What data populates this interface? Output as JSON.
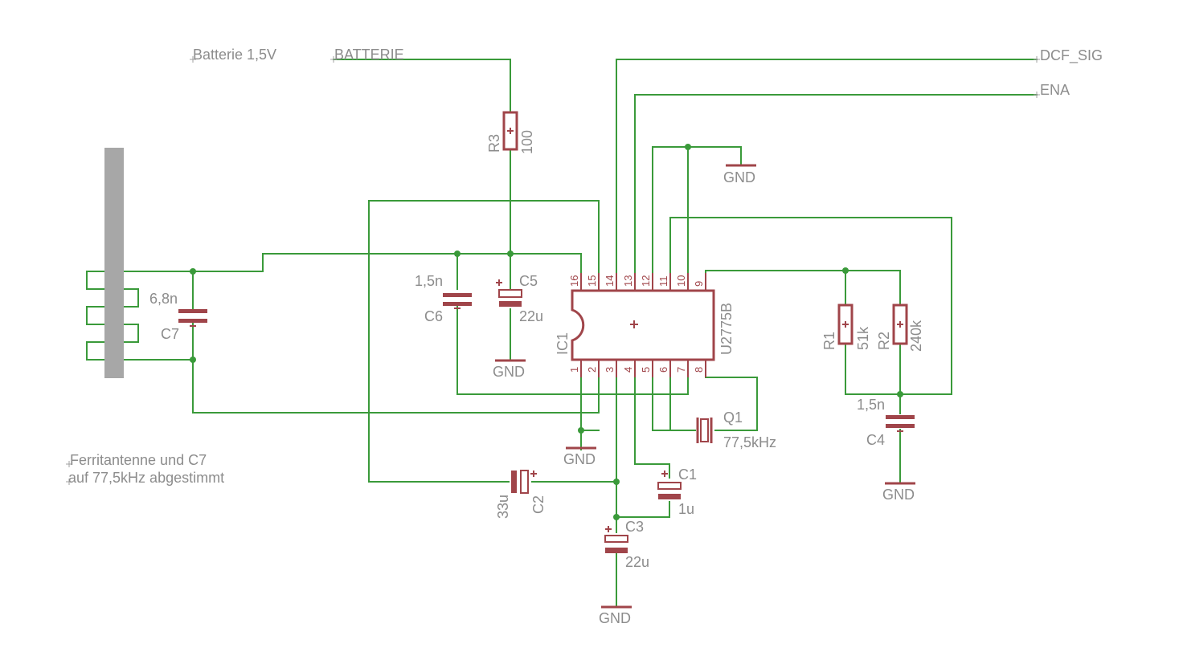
{
  "nets": {
    "batterie_label": "Batterie 1,5V",
    "batterie": "BATTERIE",
    "dcf_sig": "DCF_SIG",
    "ena": "ENA"
  },
  "ic": {
    "name": "IC1",
    "value": "U2775B",
    "pins_top": [
      "16",
      "15",
      "14",
      "13",
      "12",
      "11",
      "10",
      "9"
    ],
    "pins_bottom": [
      "1",
      "2",
      "3",
      "4",
      "5",
      "6",
      "7",
      "8"
    ]
  },
  "components": {
    "r3": {
      "name": "R3",
      "value": "100"
    },
    "r1": {
      "name": "R1",
      "value": "51k"
    },
    "r2": {
      "name": "R2",
      "value": "240k"
    },
    "c5": {
      "name": "C5",
      "value": "22u"
    },
    "c6": {
      "name": "C6",
      "value": "1,5n"
    },
    "c7": {
      "name": "C7",
      "value": "6,8n"
    },
    "c4": {
      "name": "C4",
      "value": "1,5n"
    },
    "c2": {
      "name": "C2",
      "value": "33u"
    },
    "c1": {
      "name": "C1",
      "value": "1u"
    },
    "c3": {
      "name": "C3",
      "value": "22u"
    },
    "q1": {
      "name": "Q1",
      "value": "77,5kHz"
    }
  },
  "gnd": "GND",
  "note": {
    "line1": "Ferritantenne und C7",
    "line2": "auf 77,5kHz abgestimmt"
  },
  "colors": {
    "wire": "#3a9a3a",
    "part": "#a0454a",
    "text": "#8c8c8c",
    "ferrite": "#a7a7a7"
  }
}
